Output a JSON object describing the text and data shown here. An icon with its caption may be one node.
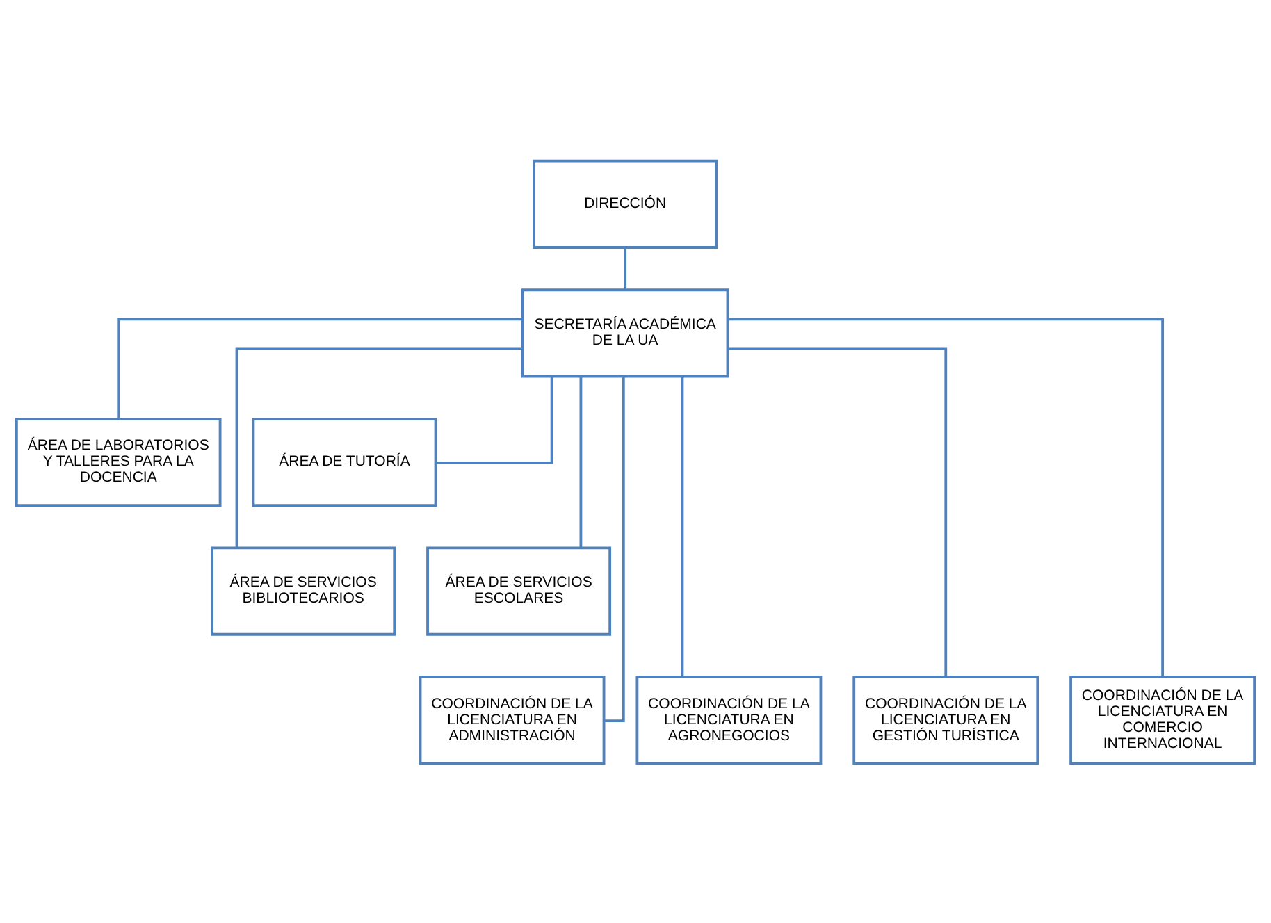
{
  "diagram": {
    "nodes": [
      {
        "text": [
          "DIRECCIÓN"
        ]
      },
      {
        "text": [
          "SECRETARÍA ACADÉMICA DE LA UA"
        ]
      },
      {
        "text": [
          "ÁREA DE LABORATORIOS Y TALLERES PARA LA DOCENCIA"
        ]
      },
      {
        "text": [
          "ÁREA DE TUTORÍA"
        ]
      },
      {
        "text": [
          "ÁREA DE SERVICIOS BIBLIOTECARIOS"
        ]
      },
      {
        "text": [
          "ÁREA DE SERVICIOS ESCOLARES"
        ]
      },
      {
        "text": [
          "COORDINACIÓN DE LA LICENCIATURA EN ADMINISTRACIÓN"
        ]
      },
      {
        "text": [
          "COORDINACIÓN DE LA LICENCIATURA EN AGRONEGOCIOS"
        ]
      },
      {
        "text": [
          "COORDINACIÓN DE LA LICENCIATURA EN GESTIÓN TURÍSTICA"
        ]
      },
      {
        "text": [
          "COORDINACIÓN DE LA LICENCIATURA EN COMERCIO INTERNACIONAL"
        ]
      }
    ],
    "edges": [
      {
        "from": 0,
        "to": 1,
        "arrow": "none"
      },
      {
        "from": 1,
        "to": 2,
        "arrow": "none"
      },
      {
        "from": 1,
        "to": 3,
        "arrow": "none"
      },
      {
        "from": 1,
        "to": 4,
        "arrow": "none"
      },
      {
        "from": 1,
        "to": 5,
        "arrow": "none"
      },
      {
        "from": 1,
        "to": 6,
        "arrow": "none"
      },
      {
        "from": 1,
        "to": 7,
        "arrow": "none"
      },
      {
        "from": 1,
        "to": 8,
        "arrow": "none"
      },
      {
        "from": 1,
        "to": 9,
        "arrow": "none"
      }
    ]
  }
}
